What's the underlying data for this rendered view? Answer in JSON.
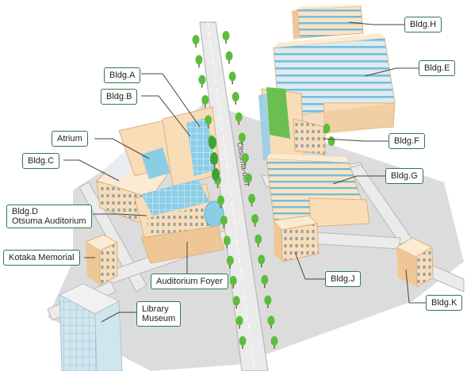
{
  "map": {
    "colors": {
      "ground": "#dcdcdc",
      "road": "#ebebeb",
      "road_edge": "#b8b8b8",
      "building_wall": "#f8ddb6",
      "building_roof": "#fcead2",
      "building_shade": "#efc796",
      "glass": "#8ccde6",
      "tree": "#5cbd3a",
      "tree_trunk": "#7a6040",
      "label_border": "#2e7a4a",
      "leader": "#444444"
    },
    "street_label": "Otsuma-dori",
    "labels": [
      {
        "id": "bldg-h",
        "lines": [
          "Bldg.H"
        ]
      },
      {
        "id": "bldg-e",
        "lines": [
          "Bldg.E"
        ]
      },
      {
        "id": "bldg-a",
        "lines": [
          "Bldg.A"
        ]
      },
      {
        "id": "bldg-b",
        "lines": [
          "Bldg.B"
        ]
      },
      {
        "id": "bldg-f",
        "lines": [
          "Bldg.F"
        ]
      },
      {
        "id": "atrium",
        "lines": [
          "Atrium"
        ]
      },
      {
        "id": "bldg-c",
        "lines": [
          "Bldg.C"
        ]
      },
      {
        "id": "bldg-g",
        "lines": [
          "Bldg.G"
        ]
      },
      {
        "id": "bldg-d",
        "lines": [
          "Bldg.D",
          "Otsuma Auditorium"
        ]
      },
      {
        "id": "kotaka-memorial",
        "lines": [
          "Kotaka Memorial"
        ]
      },
      {
        "id": "auditorium-foyer",
        "lines": [
          "Auditorium Foyer"
        ]
      },
      {
        "id": "bldg-j",
        "lines": [
          "Bldg.J"
        ]
      },
      {
        "id": "bldg-k",
        "lines": [
          "Bldg.K"
        ]
      },
      {
        "id": "library-museum",
        "lines": [
          "Library",
          "Museum"
        ]
      }
    ]
  }
}
